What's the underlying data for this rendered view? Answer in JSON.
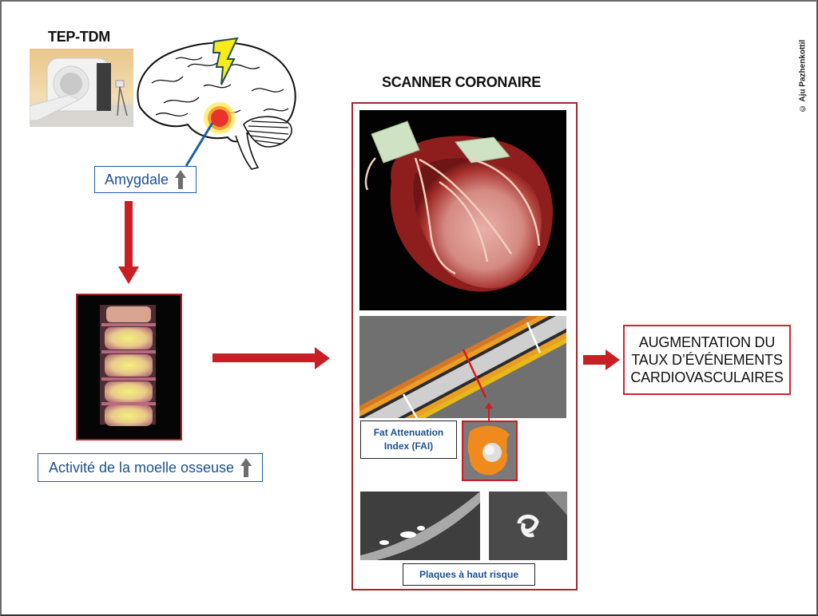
{
  "pet_ct": {
    "title": "TEP-TDM",
    "scanner_image": "pet-ct-scanner-photo",
    "brain_image": "brain-illustration-with-amygdala-highlight",
    "amygdala_label": "Amygdale",
    "amygdala_trend": "up-arrow"
  },
  "bone_marrow": {
    "image": "spine-pet-scan",
    "label": "Activité de la moelle osseuse",
    "trend": "up-arrow"
  },
  "coronary_ct": {
    "title": "SCANNER CORONAIRE",
    "heart_image": "3d-heart-ct-render",
    "artery_image": "coronary-artery-fai-map",
    "fai_label": "Fat Attenuation Index (FAI)",
    "cross_section_image": "artery-cross-section-fai",
    "plaque_images": [
      "plaque-longitudinal",
      "plaque-cross-section"
    ],
    "plaques_label": "Plaques à haut risque"
  },
  "outcome": {
    "lines": [
      "AUGMENTATION DU",
      "TAUX D’ÉVÉNEMENTS",
      "CARDIOVASCULAIRES"
    ]
  },
  "credit": "© Aju Pazhenkottil",
  "colors": {
    "arrow_red": "#c81e24",
    "frame_red": "#a8242a",
    "label_blue": "#1d4f94",
    "box_blue": "#1c5ea8",
    "trend_gray": "#6e6e6e"
  }
}
